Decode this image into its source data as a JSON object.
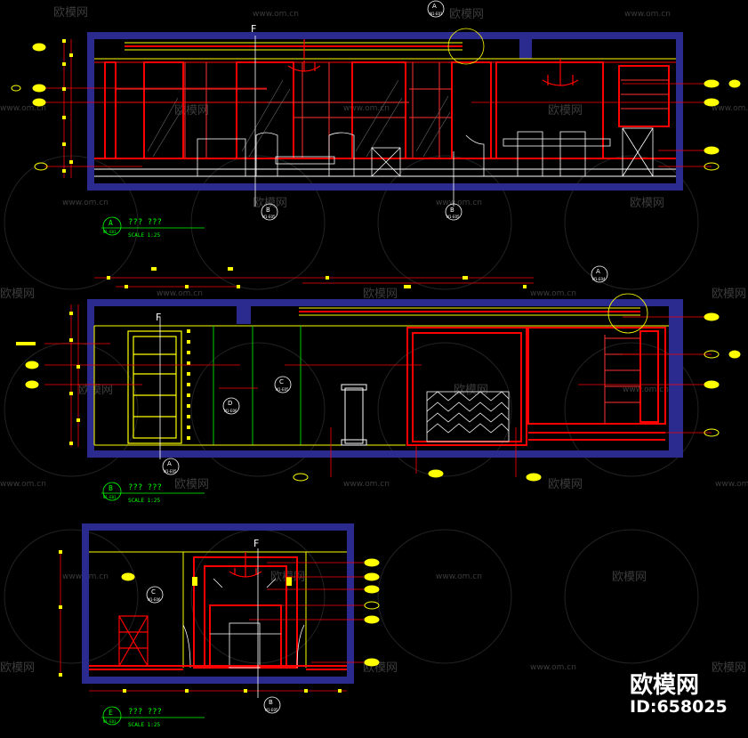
{
  "watermark": {
    "url": "www.om.cn",
    "brand": "欧模网"
  },
  "elevations": [
    {
      "tag": "A",
      "sheet": "N1-E01",
      "title": "??? ???",
      "scale": "SCALE 1:25"
    },
    {
      "tag": "B",
      "sheet": "N1-E01",
      "title": "??? ???",
      "scale": "SCALE 1:25"
    },
    {
      "tag": "E",
      "sheet": "N1-E01",
      "title": "??? ???",
      "scale": "SCALE 1:25"
    }
  ],
  "callouts": {
    "top_A": "A",
    "top_A_sheet": "N1-E01",
    "top_B": "B",
    "top_B_sheet": "N1-E05",
    "mid_A": "A",
    "mid_A_sheet": "N1-E04",
    "mid_A2": "A",
    "mid_A2_sheet": "N1-E05",
    "mid_C": "C",
    "mid_C_sheet": "N1-E05",
    "mid_D": "D",
    "mid_D_sheet": "N1-E06",
    "bot_C": "C",
    "bot_C_sheet": "N1-E06",
    "bot_B": "B",
    "bot_B_sheet": "N1-E05",
    "top_B2": "B",
    "top_B2_sheet": "N1-E05"
  },
  "floor_marks": {
    "top": "F",
    "mid": "F",
    "bot": "F"
  },
  "stamp": {
    "brand": "欧模网",
    "id": "ID:658025"
  },
  "colors": {
    "wall": "#2b2b8f",
    "red": "#ff0000",
    "yellow": "#ffff00",
    "green": "#00ff00",
    "white": "#ffffff"
  }
}
